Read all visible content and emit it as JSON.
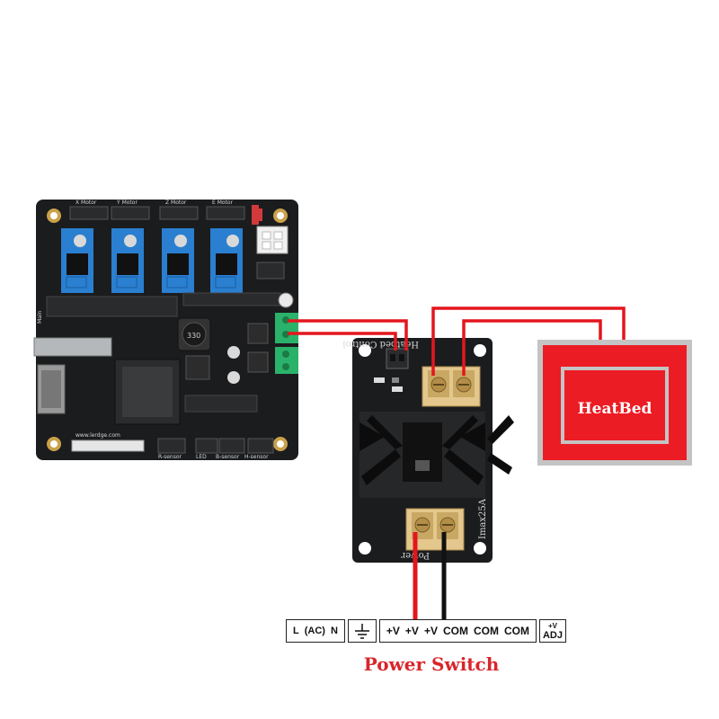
{
  "controller_board": {
    "motor_labels": [
      "X Motor",
      "Y Motor",
      "Z Motor",
      "E Motor"
    ],
    "inductor_marking": "330",
    "website": "www.lerdge.com",
    "bottom_labels": [
      "R-sensor",
      "LED",
      "B-sensor",
      "H-sensor"
    ],
    "side_label": "Main"
  },
  "mosfet_module": {
    "top_label": "Heatbed Control",
    "rating_label": "Imax25A",
    "power_label": "Power"
  },
  "heatbed": {
    "label": "HeatBed",
    "colors": {
      "fill": "#ec1c24",
      "frame": "#c4c4c4"
    }
  },
  "power_supply": {
    "title": "Power Switch",
    "terminals": {
      "ac": {
        "l": "L",
        "n": "N",
        "ac": "(AC)"
      },
      "outputs": [
        "+V",
        "+V",
        "+V",
        "COM",
        "COM",
        "COM"
      ],
      "adj": {
        "v": "+V",
        "a": "ADJ"
      }
    }
  },
  "wire_colors": {
    "positive": "#e4161d",
    "negative": "#111111"
  }
}
